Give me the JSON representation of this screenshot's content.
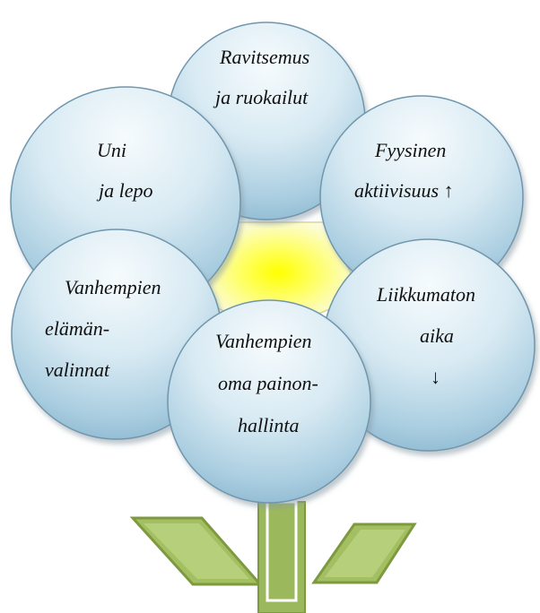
{
  "petals": {
    "top": {
      "lines": [
        "Ravitsemus",
        "ja ruokailut"
      ]
    },
    "upper_left": {
      "lines": [
        "Uni",
        "ja lepo"
      ]
    },
    "upper_right": {
      "lines": [
        "Fyysinen",
        "aktiivisuus ↑"
      ]
    },
    "lower_left": {
      "lines": [
        "Vanhempien",
        "elämän-",
        "valinnat"
      ]
    },
    "lower_right": {
      "lines": [
        "Liikkumaton",
        "aika",
        "↓"
      ]
    },
    "center": {
      "lines": [
        "Vanhempien",
        "oma painon-",
        "hallinta"
      ]
    }
  },
  "colors": {
    "petal_light": "#f4fafd",
    "petal_dark": "#8fb9d2",
    "petal_edge": "#6f96ad",
    "center_glow": "#ffff00",
    "center_outer": "#fbfbe0",
    "leaf": "#9cb85c",
    "leaf_edge": "#7e9a40",
    "stem": "#9cb85c"
  }
}
